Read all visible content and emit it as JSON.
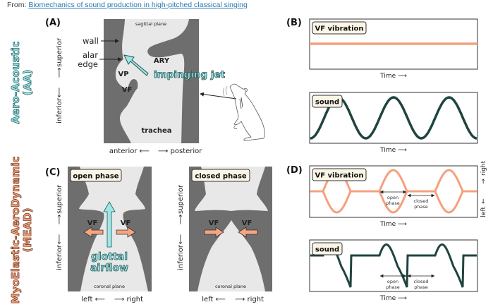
{
  "source": {
    "prefix": "From:",
    "link_text": "Biomechanics of sound production in high-pitched classical singing"
  },
  "colors": {
    "tissue": "#6e6e6e",
    "airway": "#e8e8e8",
    "aa_accent": "#9fe6e6",
    "mead_accent": "#f4a582",
    "vf_line": "#f4a07e",
    "sound_line": "#1f4440",
    "label_box": "#fbf5e6"
  },
  "row_titles": {
    "aa": [
      "Aero-Acoustic",
      "(AA)"
    ],
    "mead": [
      "MyoElastic-AeroDynamic",
      "(MEAD)"
    ]
  },
  "panel_a": {
    "letter": "(A)",
    "plane": "sagittal plane",
    "labels": {
      "wall": "wall",
      "alar1": "alar",
      "alar2": "edge",
      "ary": "ARY",
      "vp": "VP",
      "vf": "VF",
      "trachea": "trachea",
      "jet": "impinging jet"
    },
    "axis_vertical": "inferior ⟵    ⟶ superior",
    "axis_vertical_low": "inferior",
    "axis_vertical_high": "superior",
    "axis_horizontal_left": "anterior ⟵",
    "axis_horizontal_right": "⟶ posterior"
  },
  "panel_b": {
    "letter": "(B)",
    "top_label": "VF vibration",
    "bottom_label": "sound",
    "xlabel": "Time ⟶"
  },
  "panel_c": {
    "letter": "(C)",
    "left": {
      "title": "open phase",
      "vf_left": "VF",
      "vf_right": "VF",
      "flow1": "glottal",
      "flow2": "airflow",
      "plane": "coronal plane"
    },
    "right": {
      "title": "closed phase",
      "vf_left": "VF",
      "vf_right": "VF",
      "plane": "coronal plane"
    },
    "axis_vertical_low": "inferior",
    "axis_vertical_high": "superior",
    "axis_horizontal_left": "left ⟵",
    "axis_horizontal_right": "⟶ right"
  },
  "panel_d": {
    "letter": "(D)",
    "top_label": "VF vibration",
    "bottom_label": "sound",
    "xlabel": "Time ⟶",
    "right_axis_low": "left",
    "right_axis_high": "right",
    "open_phase": [
      "open",
      "phase"
    ],
    "closed_phase": [
      "closed",
      "phase"
    ]
  }
}
